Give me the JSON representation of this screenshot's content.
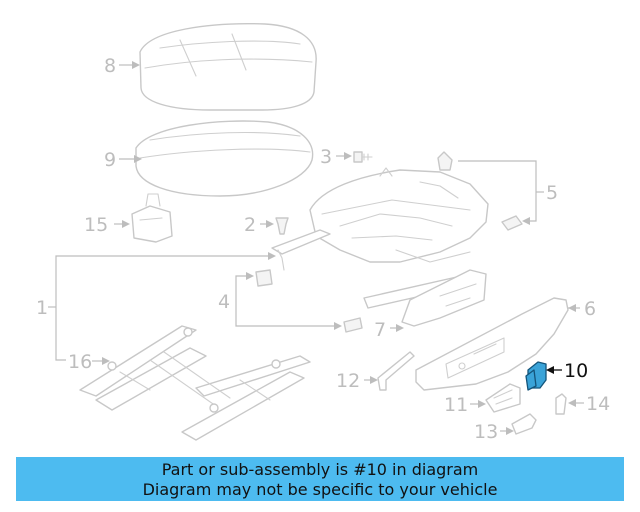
{
  "diagram": {
    "callouts": {
      "c1": "1",
      "c2": "2",
      "c3": "3",
      "c4": "4",
      "c5": "5",
      "c6": "6",
      "c7": "7",
      "c8": "8",
      "c9": "9",
      "c10": "10",
      "c11": "11",
      "c12": "12",
      "c13": "13",
      "c14": "14",
      "c15": "15",
      "c16": "16"
    },
    "highlighted_part": "10",
    "highlight_color": "#3aa3d8"
  },
  "banner": {
    "line1": "Part or sub-assembly is #10 in diagram",
    "line2": "Diagram may not be specific to your vehicle",
    "background": "#4dbbf0"
  }
}
